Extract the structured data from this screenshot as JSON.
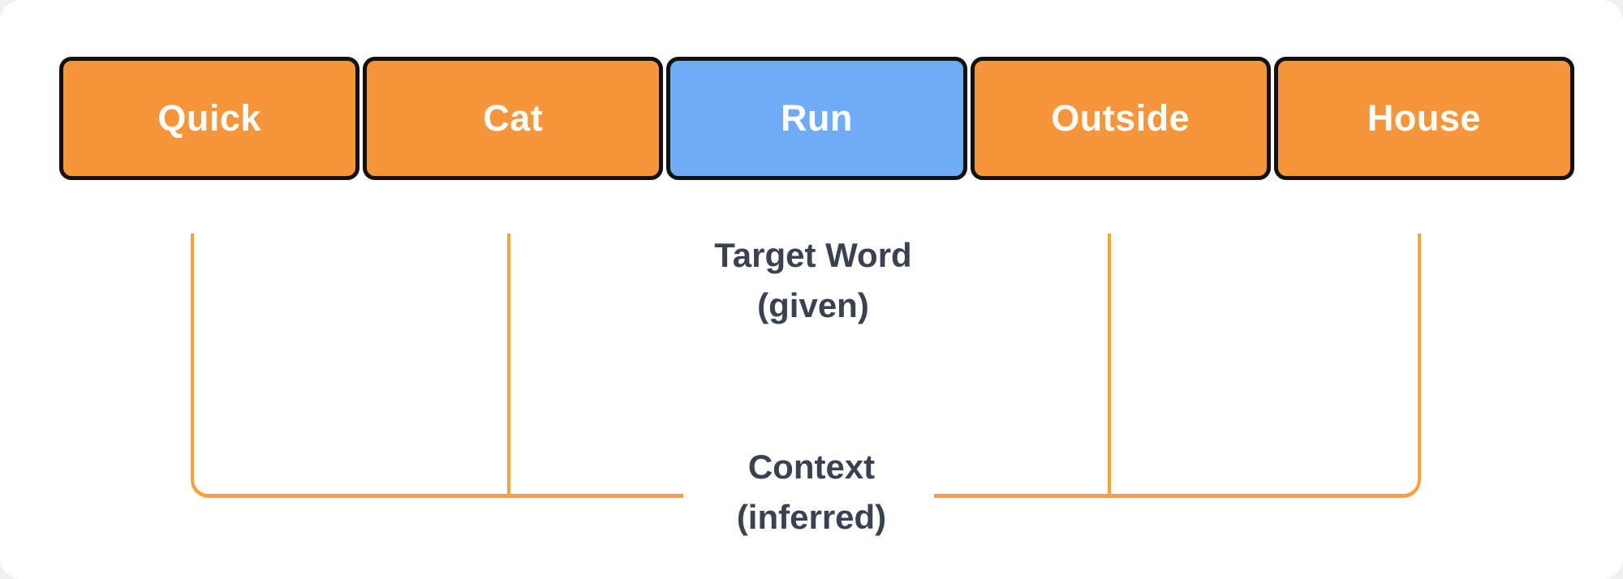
{
  "sentence": {
    "words": [
      {
        "label": "Quick",
        "role": "context"
      },
      {
        "label": "Cat",
        "role": "context"
      },
      {
        "label": "Run",
        "role": "target"
      },
      {
        "label": "Outside",
        "role": "context"
      },
      {
        "label": "House",
        "role": "context"
      }
    ]
  },
  "annotations": {
    "target_word": {
      "line1": "Target Word",
      "line2": "(given)"
    },
    "context": {
      "line1": "Context",
      "line2": "(inferred)"
    }
  },
  "colors": {
    "context_box_fill": "#F5953C",
    "target_box_fill": "#6FACF5",
    "box_border": "#111111",
    "box_text": "#FFFFFF",
    "bracket_line": "#F7A13F",
    "annotation_text": "#3A4252",
    "card_background": "#FFFFFF",
    "page_background": "#EEF0F2"
  }
}
